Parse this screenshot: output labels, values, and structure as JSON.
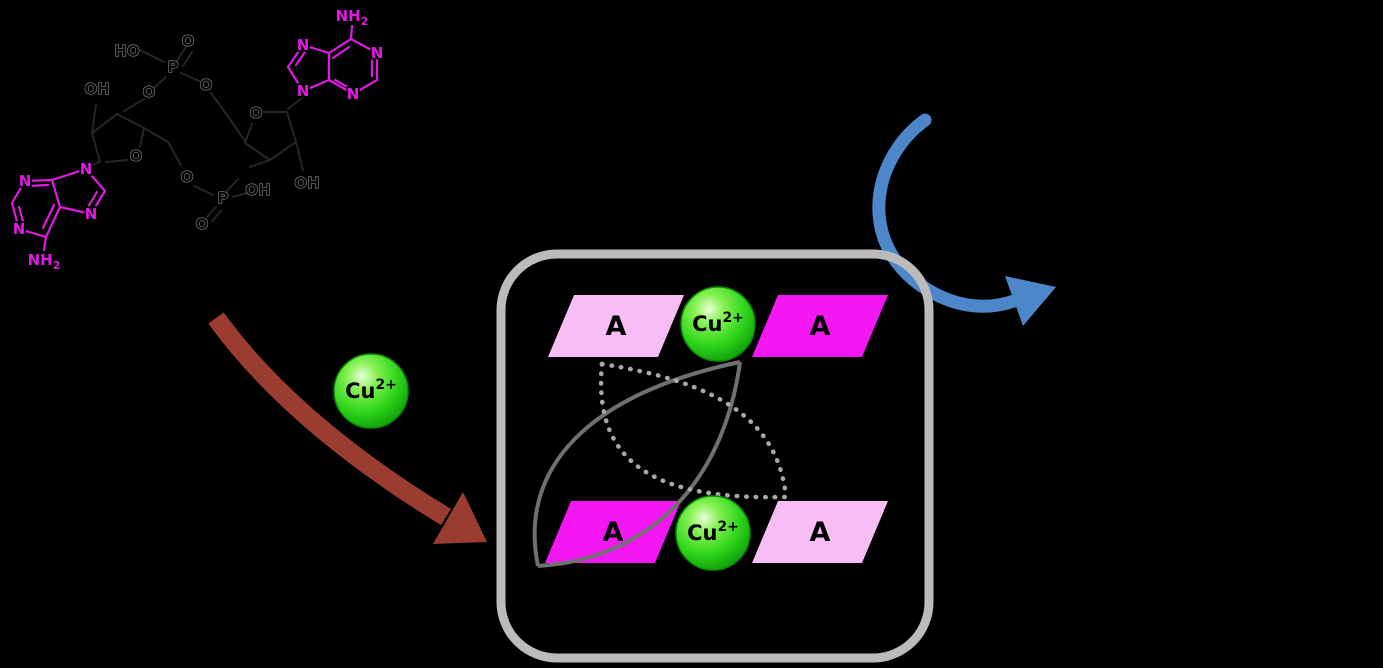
{
  "molecule": {
    "name_hint": "cyclic-dinucleotide-structure",
    "n_label": "N",
    "nh2": {
      "base": "NH",
      "sub": "2"
    },
    "atoms": [
      {
        "t": "HO"
      },
      {
        "t": "O"
      },
      {
        "t": "P"
      },
      {
        "t": "O"
      },
      {
        "t": "O"
      },
      {
        "t": "OH"
      },
      {
        "t": "O"
      },
      {
        "t": "O"
      },
      {
        "t": "OH"
      },
      {
        "t": "O"
      },
      {
        "t": "P"
      },
      {
        "t": "O"
      },
      {
        "t": "OH"
      }
    ]
  },
  "cofactor": {
    "symbol": "Cu",
    "charge": "2+"
  },
  "complex": {
    "bases": [
      {
        "label": "A",
        "tone": "light"
      },
      {
        "label": "A",
        "tone": "bright"
      },
      {
        "label": "A",
        "tone": "bright"
      },
      {
        "label": "A",
        "tone": "light"
      }
    ]
  },
  "colors": {
    "background": "#000000",
    "adenine_magenta": "#e01ae0",
    "base_bright": "#f318f3",
    "base_light": "#f8bdf5",
    "cu_green": "#2ed21c",
    "arrow_red": "#9a3c30",
    "arrow_blue": "#4d87c9",
    "box_border": "#bbbbbb",
    "atom_label_outline": "#9c9c9c",
    "link_solid_gray": "#707070",
    "link_dotted_gray": "#a8a8a8"
  }
}
